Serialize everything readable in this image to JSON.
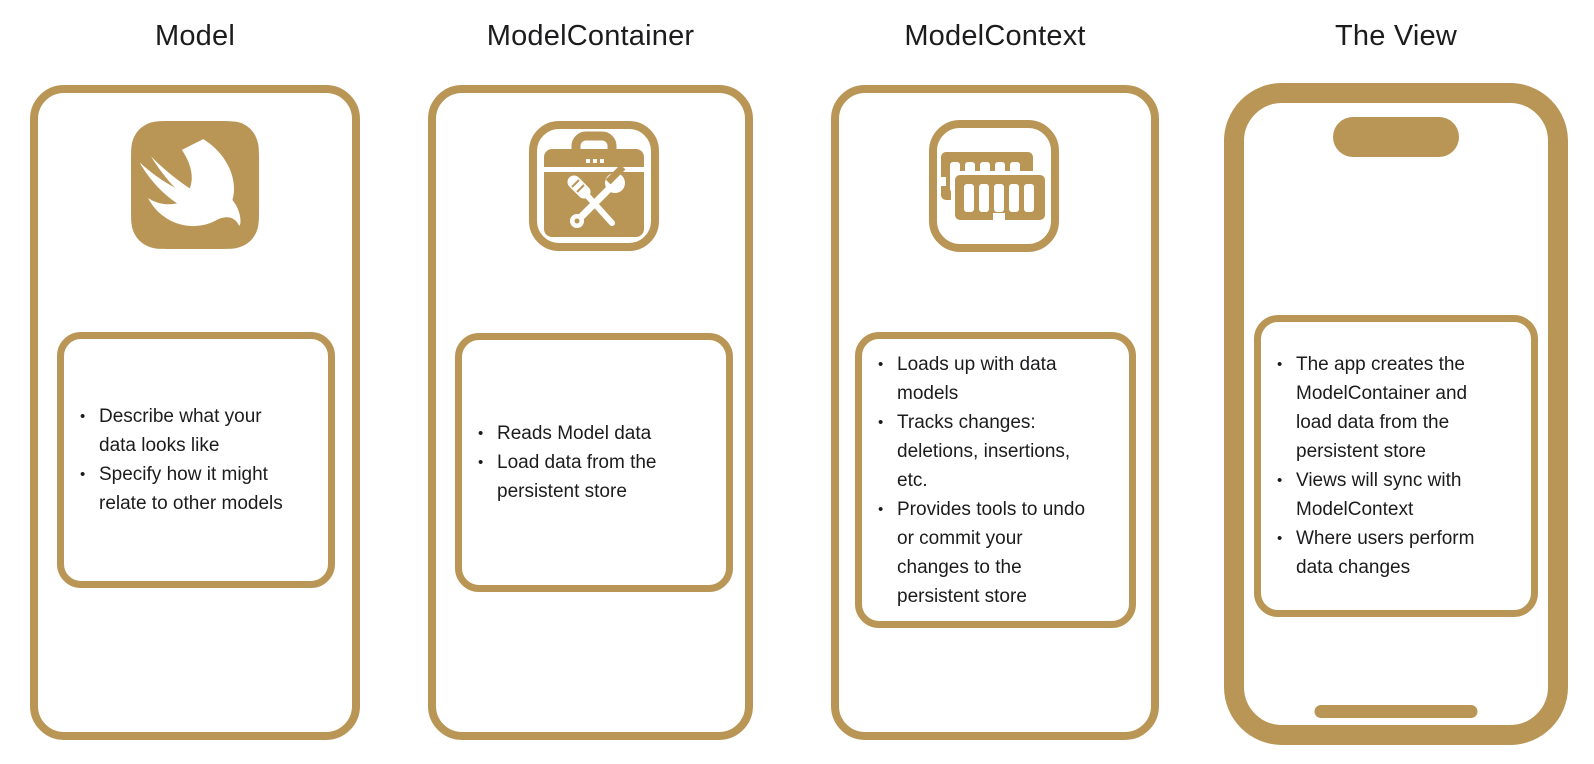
{
  "colors": {
    "accent": "#B99656",
    "text": "#1C1C1E",
    "background": "#FFFFFF"
  },
  "panels": [
    {
      "title": "Model",
      "icon": "swift-logo-icon",
      "bullets": [
        "Describe what your\ndata looks like",
        "Specify how it might\nrelate to other models"
      ]
    },
    {
      "title": "ModelContainer",
      "icon": "toolbox-icon",
      "bullets": [
        "Reads Model data",
        "Load data from the\npersistent store"
      ]
    },
    {
      "title": "ModelContext",
      "icon": "memory-ram-icon",
      "bullets": [
        "Loads up with data\nmodels",
        "Tracks changes:\ndeletions, insertions,\netc.",
        "Provides tools to undo\nor commit your\nchanges to the\npersistent store"
      ]
    },
    {
      "title": "The View",
      "icon": "iphone-frame-icon",
      "bullets": [
        "The app creates the\nModelContainer and\nload data from the\npersistent store",
        "Views will sync with\nModelContext",
        "Where users perform\ndata changes"
      ]
    }
  ]
}
